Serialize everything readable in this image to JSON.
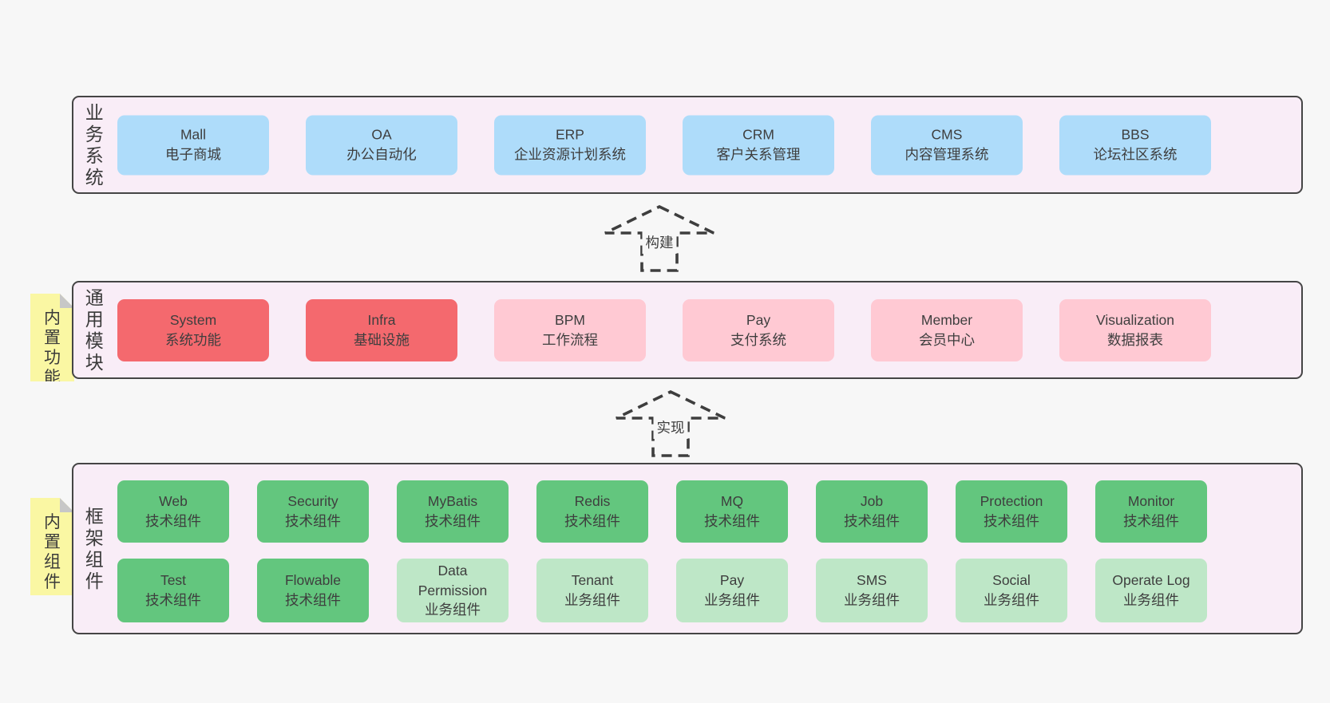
{
  "arrows": [
    {
      "label": "构建"
    },
    {
      "label": "实现"
    }
  ],
  "panels": [
    {
      "id": "business-systems",
      "side_label": "业务系统",
      "boxes": [
        {
          "en": "Mall",
          "zh": "电子商城",
          "variant": "blue"
        },
        {
          "en": "OA",
          "zh": "办公自动化",
          "variant": "blue"
        },
        {
          "en": "ERP",
          "zh": "企业资源计划系统",
          "variant": "blue"
        },
        {
          "en": "CRM",
          "zh": "客户关系管理",
          "variant": "blue"
        },
        {
          "en": "CMS",
          "zh": "内容管理系统",
          "variant": "blue"
        },
        {
          "en": "BBS",
          "zh": "论坛社区系统",
          "variant": "blue"
        }
      ]
    },
    {
      "id": "common-modules",
      "side_label": "通用模块",
      "sticky_note": "内置功能",
      "boxes": [
        {
          "en": "System",
          "zh": "系统功能",
          "variant": "red"
        },
        {
          "en": "Infra",
          "zh": "基础设施",
          "variant": "red"
        },
        {
          "en": "BPM",
          "zh": "工作流程",
          "variant": "pink"
        },
        {
          "en": "Pay",
          "zh": "支付系统",
          "variant": "pink"
        },
        {
          "en": "Member",
          "zh": "会员中心",
          "variant": "pink"
        },
        {
          "en": "Visualization",
          "zh": "数据报表",
          "variant": "pink"
        }
      ]
    },
    {
      "id": "framework-components",
      "side_label": "框架组件",
      "sticky_note": "内置组件",
      "rows": [
        [
          {
            "en": "Web",
            "zh": "技术组件",
            "variant": "green"
          },
          {
            "en": "Security",
            "zh": "技术组件",
            "variant": "green"
          },
          {
            "en": "MyBatis",
            "zh": "技术组件",
            "variant": "green"
          },
          {
            "en": "Redis",
            "zh": "技术组件",
            "variant": "green"
          },
          {
            "en": "MQ",
            "zh": "技术组件",
            "variant": "green"
          },
          {
            "en": "Job",
            "zh": "技术组件",
            "variant": "green"
          },
          {
            "en": "Protection",
            "zh": "技术组件",
            "variant": "green"
          },
          {
            "en": "Monitor",
            "zh": "技术组件",
            "variant": "green"
          }
        ],
        [
          {
            "en": "Test",
            "zh": "技术组件",
            "variant": "green"
          },
          {
            "en": "Flowable",
            "zh": "技术组件",
            "variant": "green"
          },
          {
            "en": "Data Permission",
            "zh": "业务组件",
            "variant": "lightgreen"
          },
          {
            "en": "Tenant",
            "zh": "业务组件",
            "variant": "lightgreen"
          },
          {
            "en": "Pay",
            "zh": "业务组件",
            "variant": "lightgreen"
          },
          {
            "en": "SMS",
            "zh": "业务组件",
            "variant": "lightgreen"
          },
          {
            "en": "Social",
            "zh": "业务组件",
            "variant": "lightgreen"
          },
          {
            "en": "Operate Log",
            "zh": "业务组件",
            "variant": "lightgreen"
          }
        ]
      ]
    }
  ],
  "colors": {
    "page_background": "#f7f7f7",
    "panel_background": "#f9edf7",
    "panel_border": "#454545",
    "blue_box": "#aedcfa",
    "red_box": "#f4696e",
    "pink_box": "#ffc9d3",
    "green_box": "#63c67e",
    "light_green_box": "#bee7c7",
    "sticky_note": "#faf7a3",
    "sticky_fold": "#c7c7c7",
    "arrow_stroke": "#3e3e3e",
    "text": "#3e3e3e"
  }
}
